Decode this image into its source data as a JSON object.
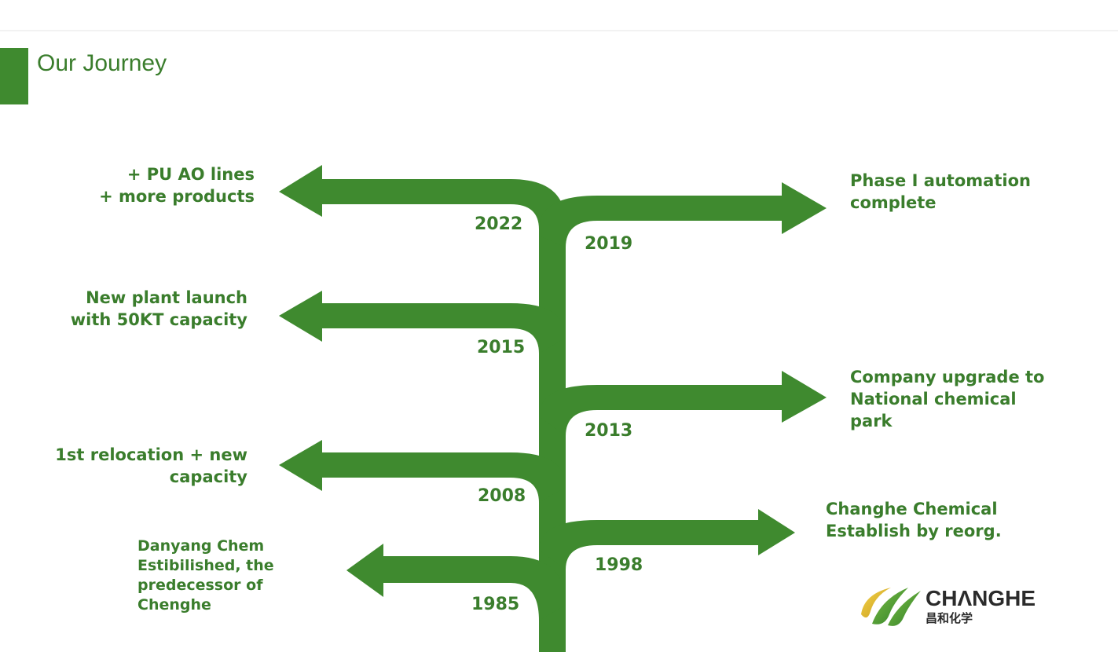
{
  "page": {
    "title": "Our Journey"
  },
  "colors": {
    "accent": "#3f8a2f",
    "text": "#3a7d2c"
  },
  "timeline": [
    {
      "year": "2022",
      "side": "left",
      "label": "+ PU AO lines\n+ more products"
    },
    {
      "year": "2019",
      "side": "right",
      "label": "Phase I automation\ncomplete"
    },
    {
      "year": "2015",
      "side": "left",
      "label": "New plant launch\nwith 50KT capacity"
    },
    {
      "year": "2013",
      "side": "right",
      "label": "Company upgrade to\nNational chemical\npark"
    },
    {
      "year": "2008",
      "side": "left",
      "label": "1st relocation + new\ncapacity"
    },
    {
      "year": "1998",
      "side": "right",
      "label": "Changhe Chemical\nEstablish by reorg."
    },
    {
      "year": "1985",
      "side": "left",
      "label": "Danyang Chem\nEstibilished, the\npredecessor of\nChenghe"
    }
  ],
  "logo": {
    "name_en": "CHΛNGHE",
    "name_cn": "昌和化学",
    "icon": "leaf-swoosh-logo-icon"
  }
}
